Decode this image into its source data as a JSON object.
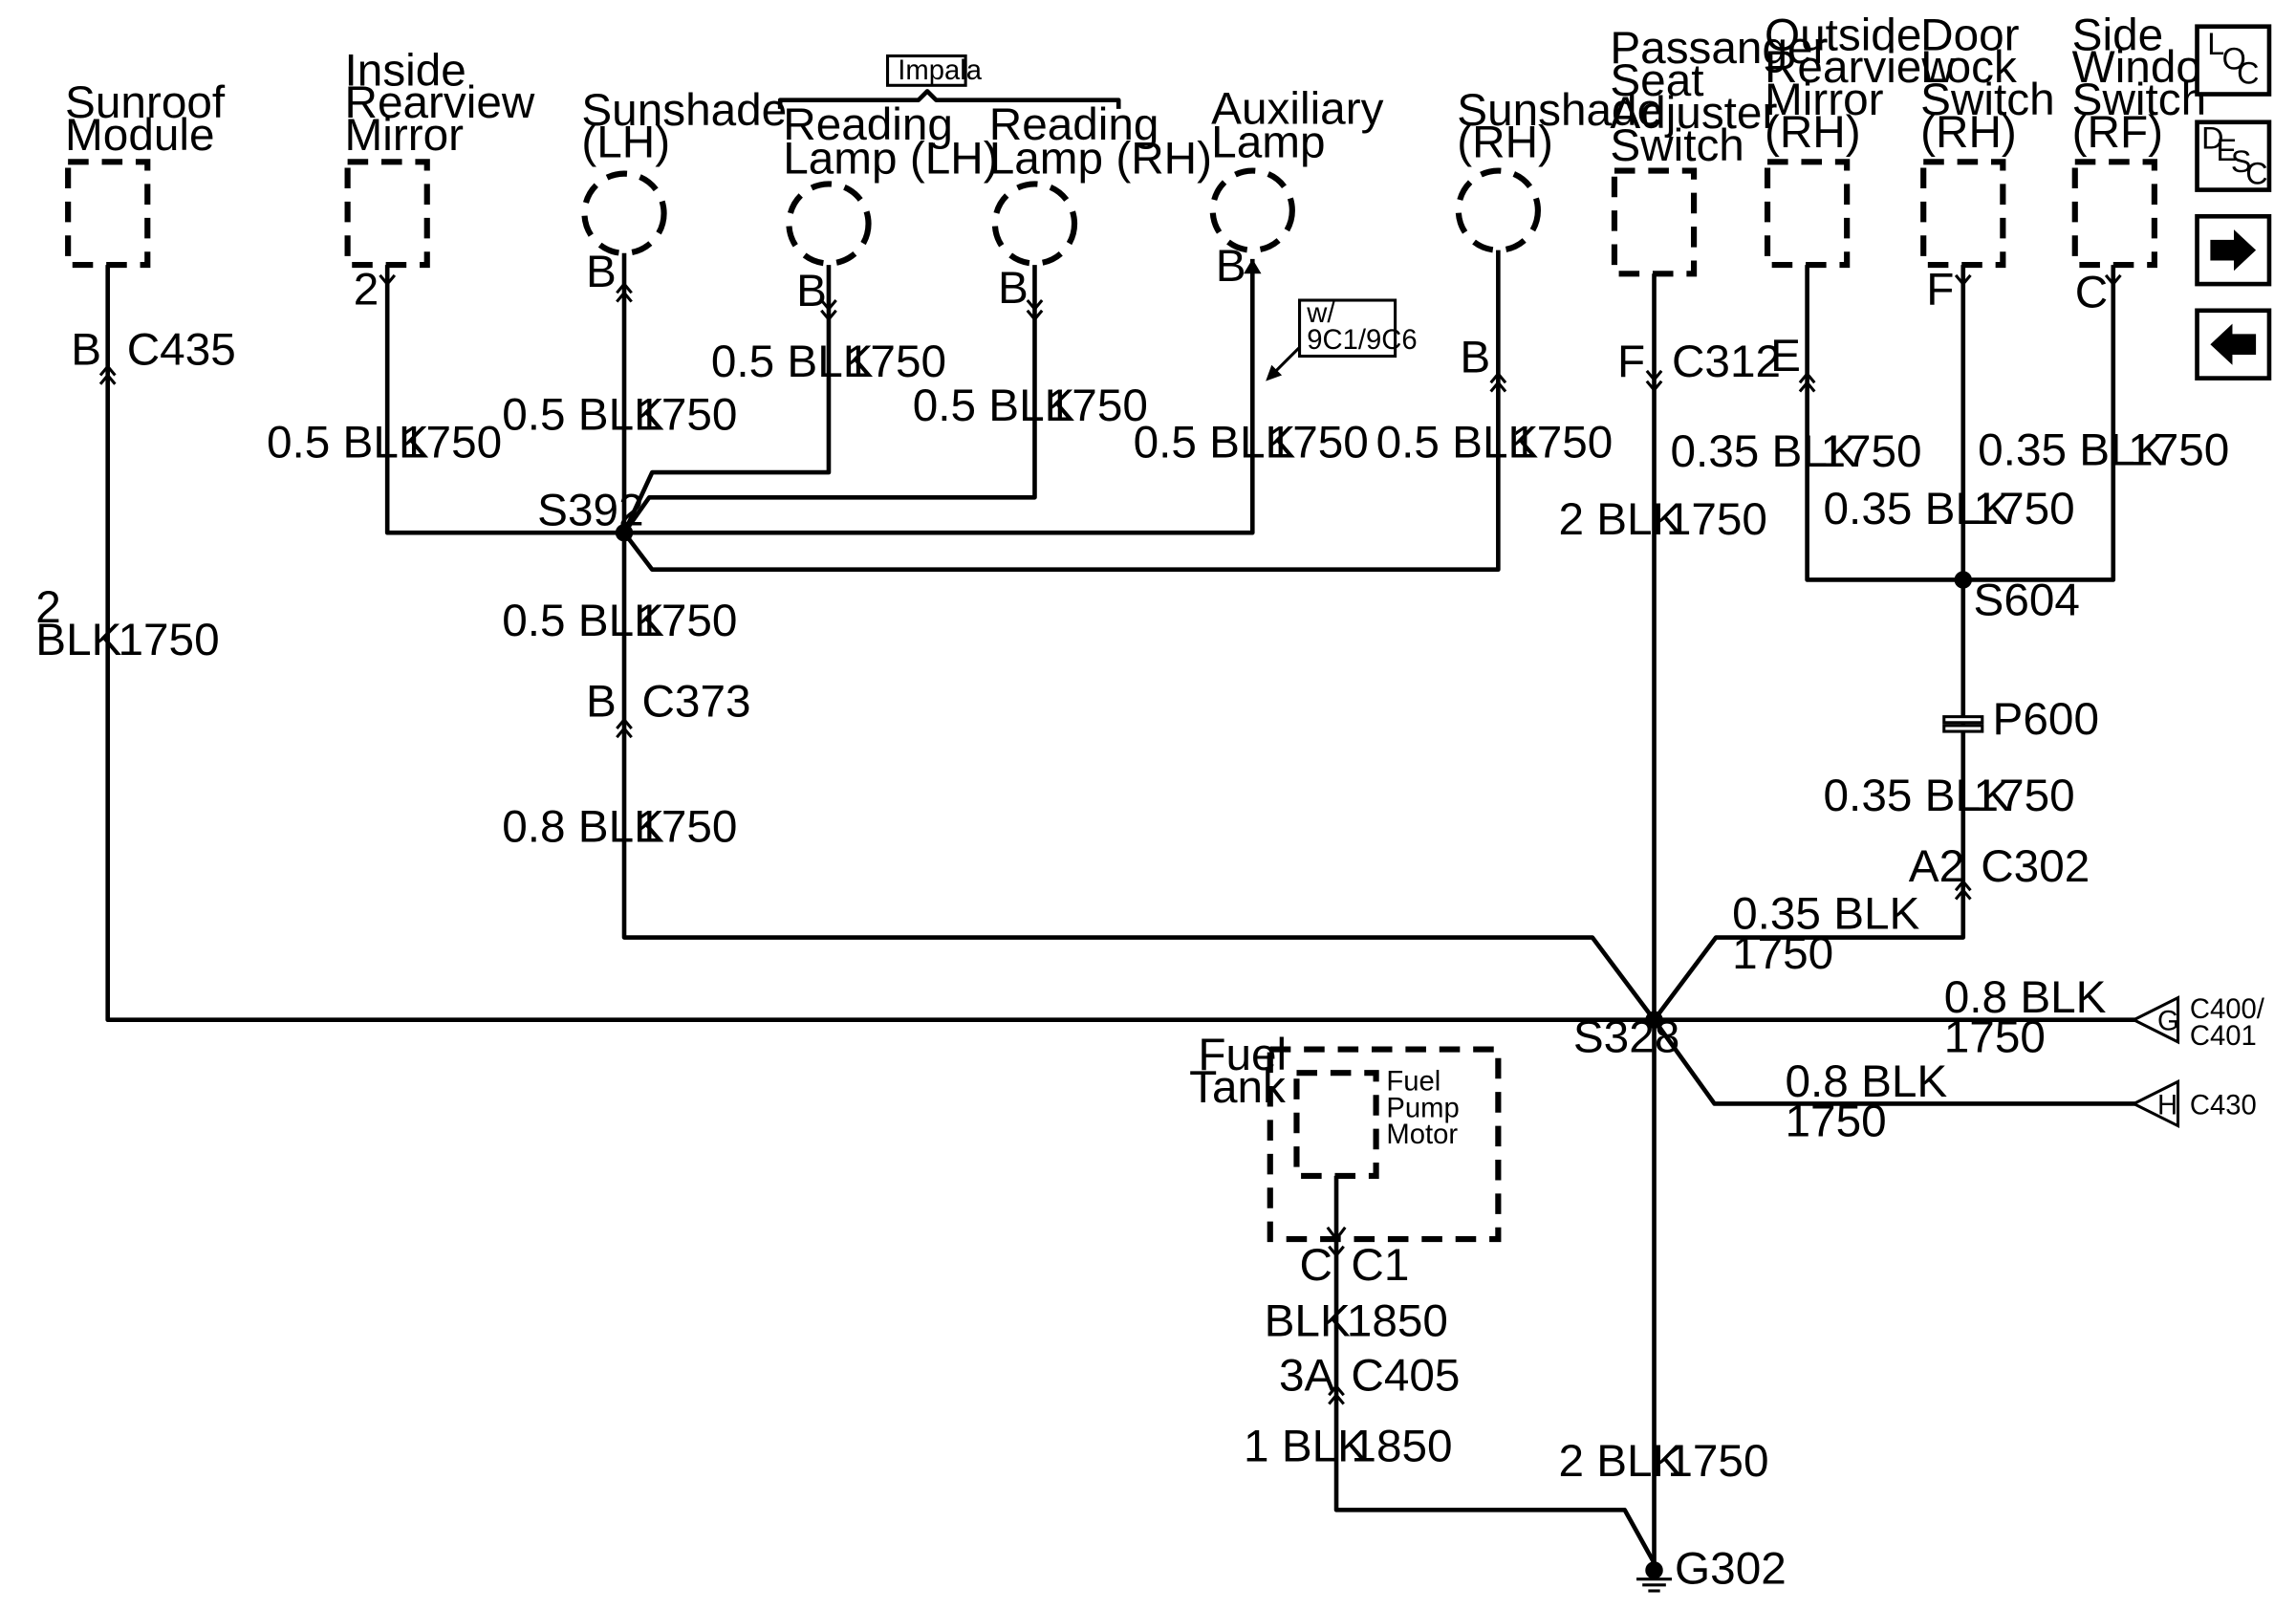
{
  "components": {
    "sunroof_module": [
      "Sunroof",
      "Module"
    ],
    "inside_mirror": [
      "Inside",
      "Rearview",
      "Mirror"
    ],
    "sunshade_lh": [
      "Sunshade",
      "(LH)"
    ],
    "impala_label": "Impala",
    "reading_lamp_lh": [
      "Reading",
      "Lamp (LH)"
    ],
    "reading_lamp_rh": [
      "Reading",
      "Lamp (RH)"
    ],
    "auxiliary_lamp": [
      "Auxiliary",
      "Lamp"
    ],
    "sunshade_rh": [
      "Sunshade",
      "(RH)"
    ],
    "seat_switch": [
      "Passanger",
      "Seat",
      "Adjuster",
      "Switch"
    ],
    "outside_mirror": [
      "Outside",
      "Rearview",
      "Mirror",
      "(RH)"
    ],
    "door_lock": [
      "Door",
      "Lock",
      "Switch",
      "(RH)"
    ],
    "side_window": [
      "Side",
      "Window",
      "Switch",
      "(RF)"
    ],
    "fuel_tank": [
      "Fuel",
      "Tank"
    ],
    "fuel_pump": [
      "Fuel",
      "Pump",
      "Motor"
    ],
    "option_note": [
      "w/",
      "9C1/9C6"
    ]
  },
  "nav": {
    "loc": [
      "L",
      "O",
      "C"
    ],
    "desc": [
      "D",
      "E",
      "S",
      "C"
    ],
    "next_icon": "arrow-right-icon",
    "prev_icon": "arrow-left-icon"
  },
  "pins": {
    "sunroof": "B",
    "mirror": "2",
    "sunshade_lh": "B",
    "lamp_lh": "B",
    "lamp_rh": "B",
    "aux": "B",
    "sunshade_rh": "B",
    "seat": "F",
    "outside_mirror": "E",
    "door_lock": "F",
    "side_window": "C",
    "c373": "B",
    "c302": "A2",
    "c1": "C",
    "c405": "3A",
    "c400": "G",
    "c430": "H"
  },
  "connectors": {
    "c435": "C435",
    "c312": "C312",
    "c373": "C373",
    "c302": "C302",
    "c1": "C1",
    "c405": "C405",
    "c400": [
      "C400/",
      "C401"
    ],
    "c430": "C430"
  },
  "splices": {
    "s392": "S392",
    "s604": "S604",
    "s328": "S328",
    "p600": "P600",
    "g302": "G302"
  },
  "wires": {
    "sunroof_a": "2",
    "sunroof_b": "BLK",
    "sunroof_circuit": "1750",
    "mirror_color": "0.5 BLK",
    "mirror_circuit": "1750",
    "sunshade_lh_color": "0.5 BLK",
    "sunshade_lh_circuit": "1750",
    "lamp_lh_color": "0.5 BLK",
    "lamp_lh_circuit": "1750",
    "lamp_rh_color": "0.5 BLK",
    "lamp_rh_circuit": "1750",
    "aux_color": "0.5 BLK",
    "aux_circuit": "1750",
    "sunshade_rh_color": "0.5 BLK",
    "sunshade_rh_circuit": "1750",
    "s392_down_color": "0.5 BLK",
    "s392_down_circuit": "1750",
    "c373_down_color": "0.8 BLK",
    "c373_down_circuit": "1750",
    "seat_color": "2 BLK",
    "seat_circuit": "1750",
    "outside_mirror_color": "0.35 BLK",
    "outside_mirror_circuit": "1750",
    "side_window_color": "0.35 BLK",
    "side_window_circuit": "1750",
    "door_lock_color": "0.35 BLK",
    "door_lock_circuit": "1750",
    "p600_down_color": "0.35 BLK",
    "p600_down_circuit": "1750",
    "c302_color": "0.35 BLK",
    "c302_circuit": "1750",
    "c400_color": "0.8 BLK",
    "c400_circuit": "1750",
    "c430_color": "0.8 BLK",
    "c430_circuit": "1750",
    "fuel_color": "BLK",
    "fuel_circuit": "1850",
    "fuel_ground_color": "1 BLK",
    "fuel_ground_circuit": "1850",
    "ground_color": "2 BLK",
    "ground_circuit": "1750"
  }
}
